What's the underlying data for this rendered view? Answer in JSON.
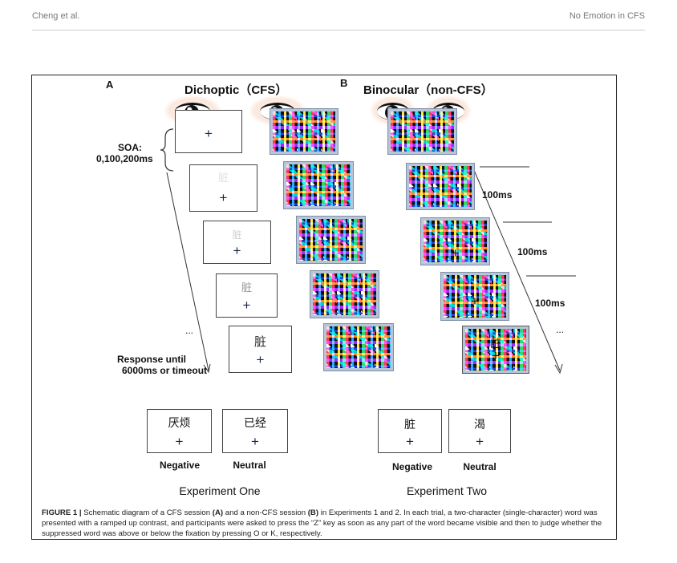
{
  "header": {
    "authors": "Cheng et al.",
    "running_title": "No Emotion in CFS"
  },
  "panel_a": {
    "letter": "A",
    "title": "Dichoptic（CFS）",
    "soa_label": "SOA:",
    "soa_values": "0,100,200ms",
    "word": "脏",
    "cross": "+",
    "ellipsis": "...",
    "response_line1": "Response until",
    "response_line2": "6000ms or timeout"
  },
  "panel_b": {
    "letter": "B",
    "title": "Binocular（non-CFS）",
    "timing": [
      "100ms",
      "100ms",
      "100ms"
    ],
    "ellipsis": "..."
  },
  "experiment_one": {
    "title": "Experiment One",
    "negative_word": "厌烦",
    "neutral_word": "已经",
    "negative_label": "Negative",
    "neutral_label": "Neutral"
  },
  "experiment_two": {
    "title": "Experiment Two",
    "negative_word": "脏",
    "neutral_word": "渴",
    "negative_label": "Negative",
    "neutral_label": "Neutral"
  },
  "caption": {
    "fig_label": "FIGURE 1 |",
    "p1": " Schematic diagram of a CFS session ",
    "a": "(A)",
    "p2": " and a non-CFS session ",
    "b": "(B)",
    "p3": " in Experiments 1 and 2. In each trial, a two-character (single-character) word was presented with a ramped up contrast, and participants were asked to press the “Z” key as soon as any part of the word became visible and then to judge whether the suppressed word was above or below the fixation by pressing O or K, respectively."
  }
}
